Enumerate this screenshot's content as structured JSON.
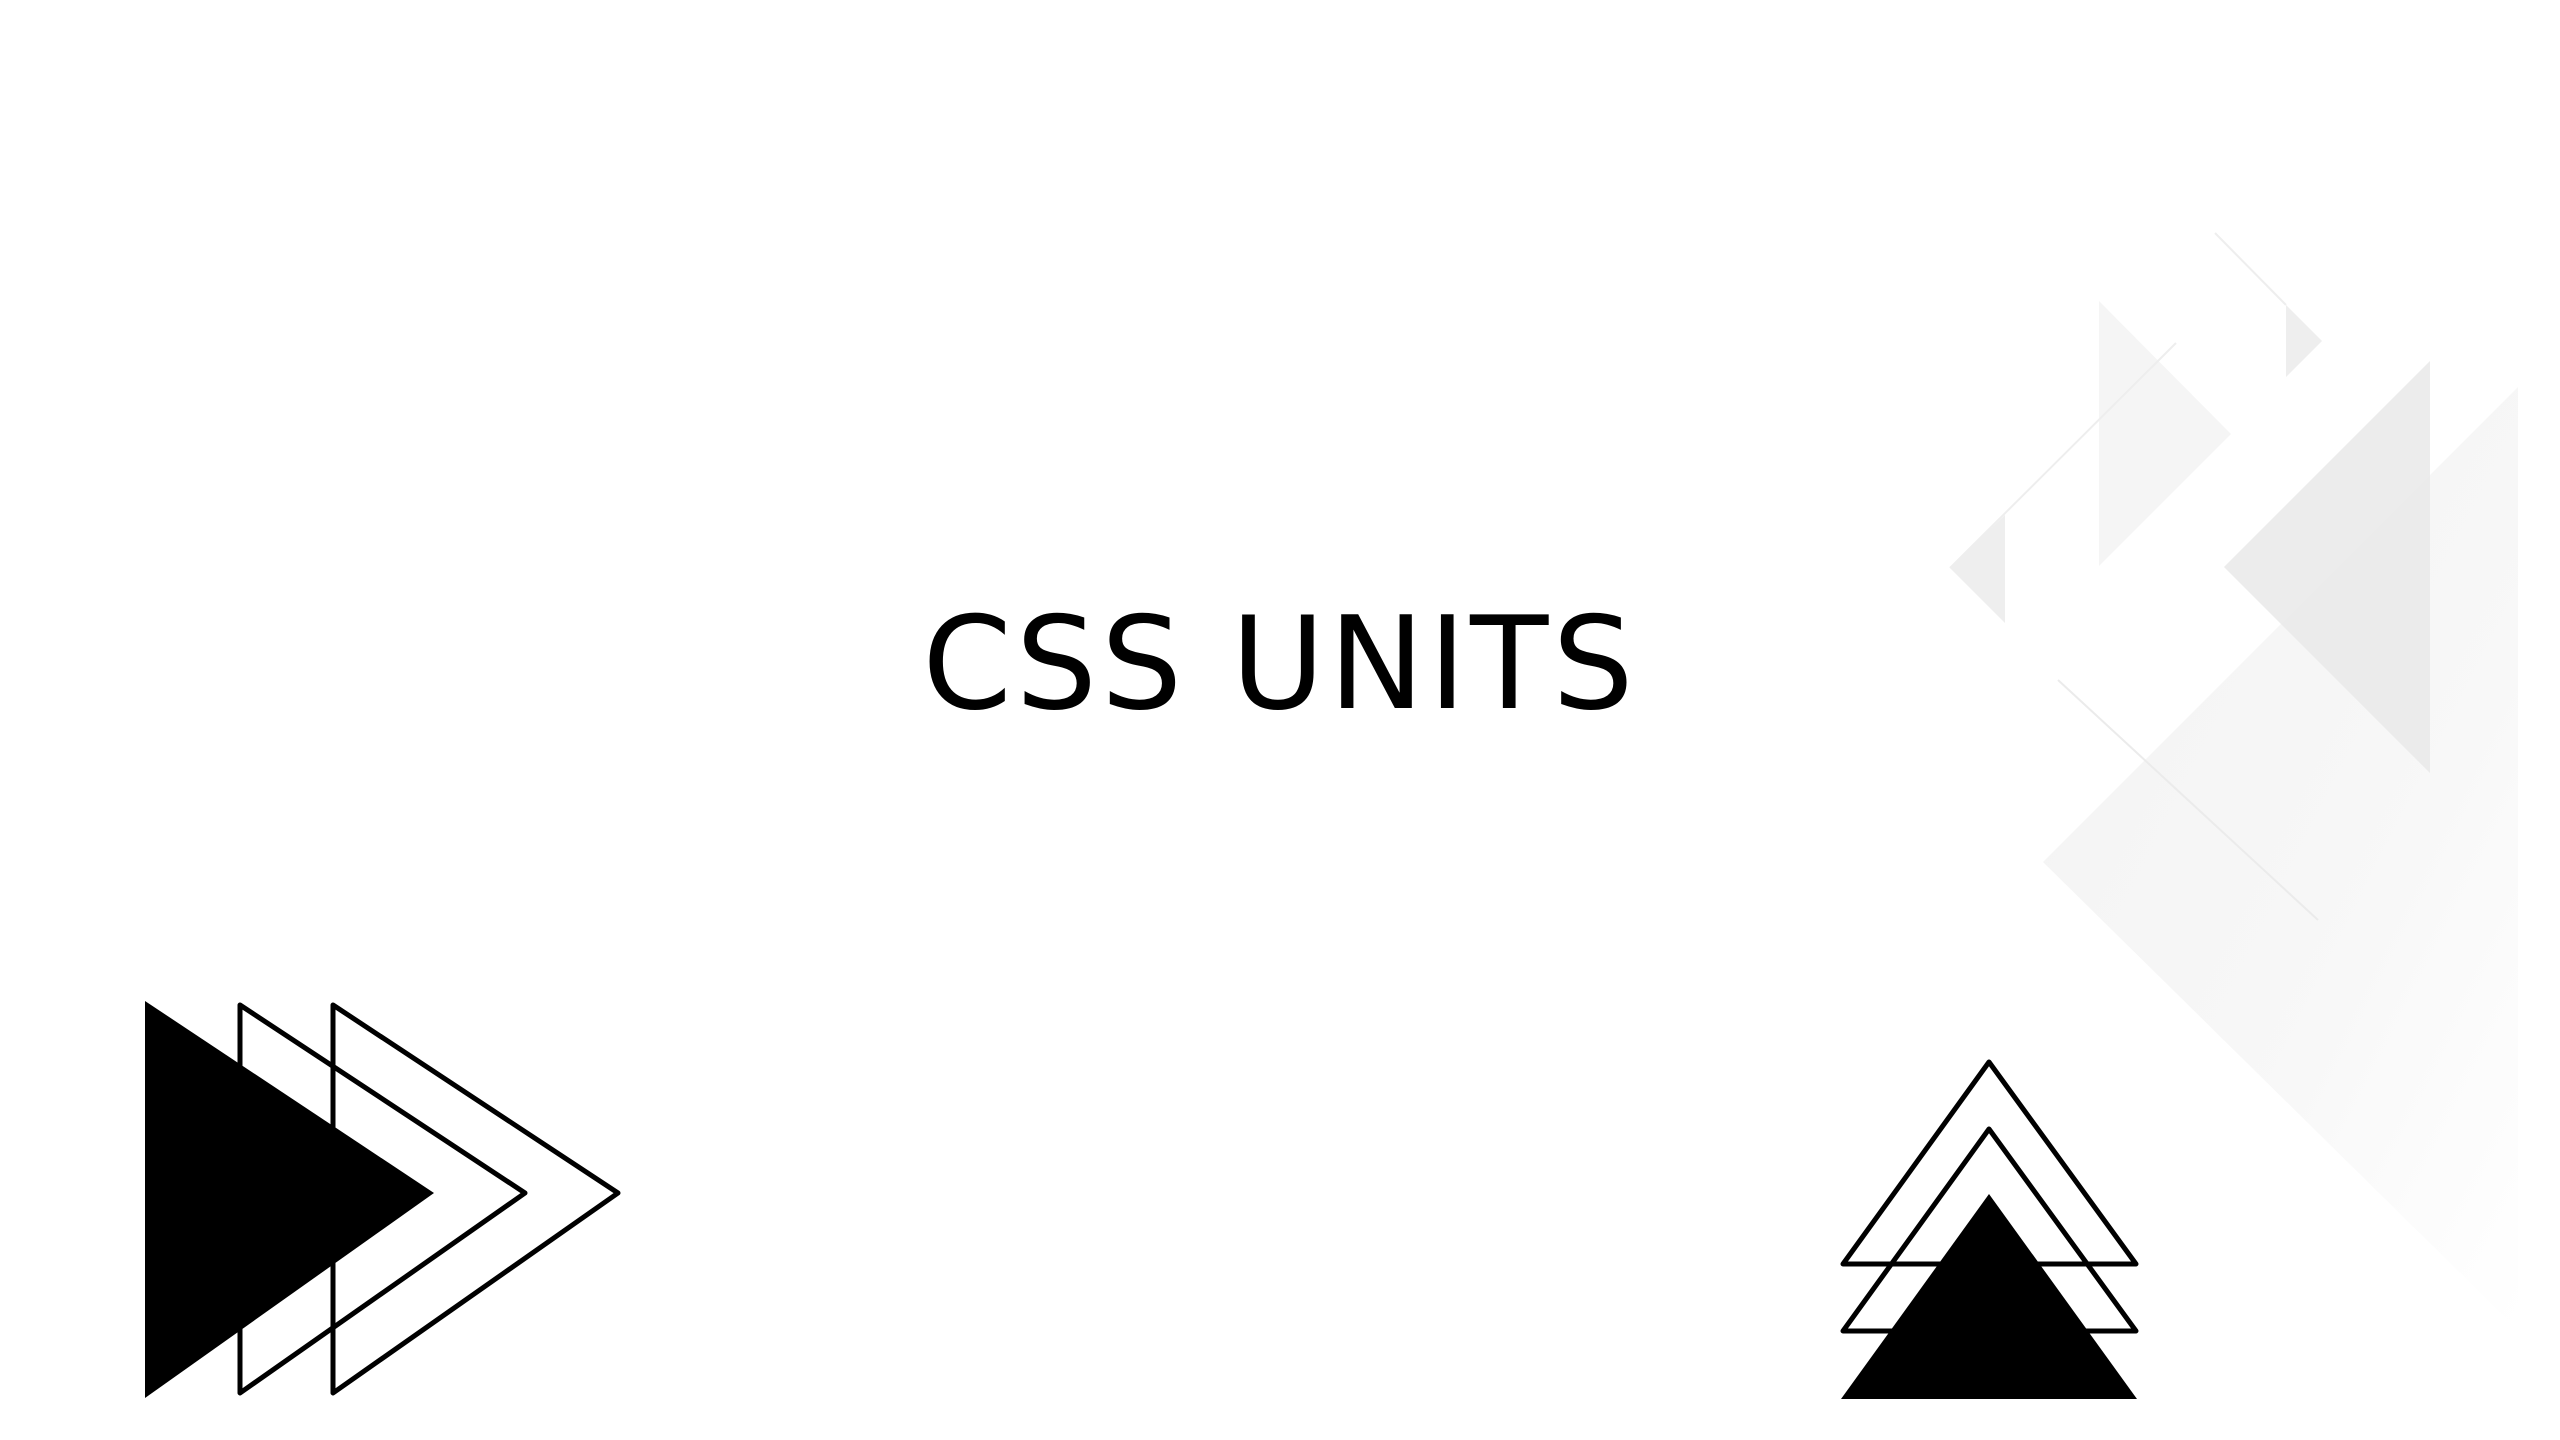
{
  "slide": {
    "title": "CSS UNITS",
    "background_color": "#ffffff",
    "text_color": "#000000"
  },
  "decorations": {
    "left": {
      "name": "play-arrows-icon",
      "description": "filled triangle with two outlined triangles pointing right"
    },
    "bottom_right": {
      "name": "stacked-triangles-icon",
      "description": "filled triangle with two outlined triangles pointing up"
    },
    "top_right": {
      "name": "gray-geometric-pattern",
      "description": "translucent gray triangles and diagonal lines"
    }
  },
  "colors": {
    "ink": "#000000",
    "gray_light": "#f6f6f6",
    "gray_mid": "#eeeeee",
    "gray_dark": "#e8e8e8"
  }
}
